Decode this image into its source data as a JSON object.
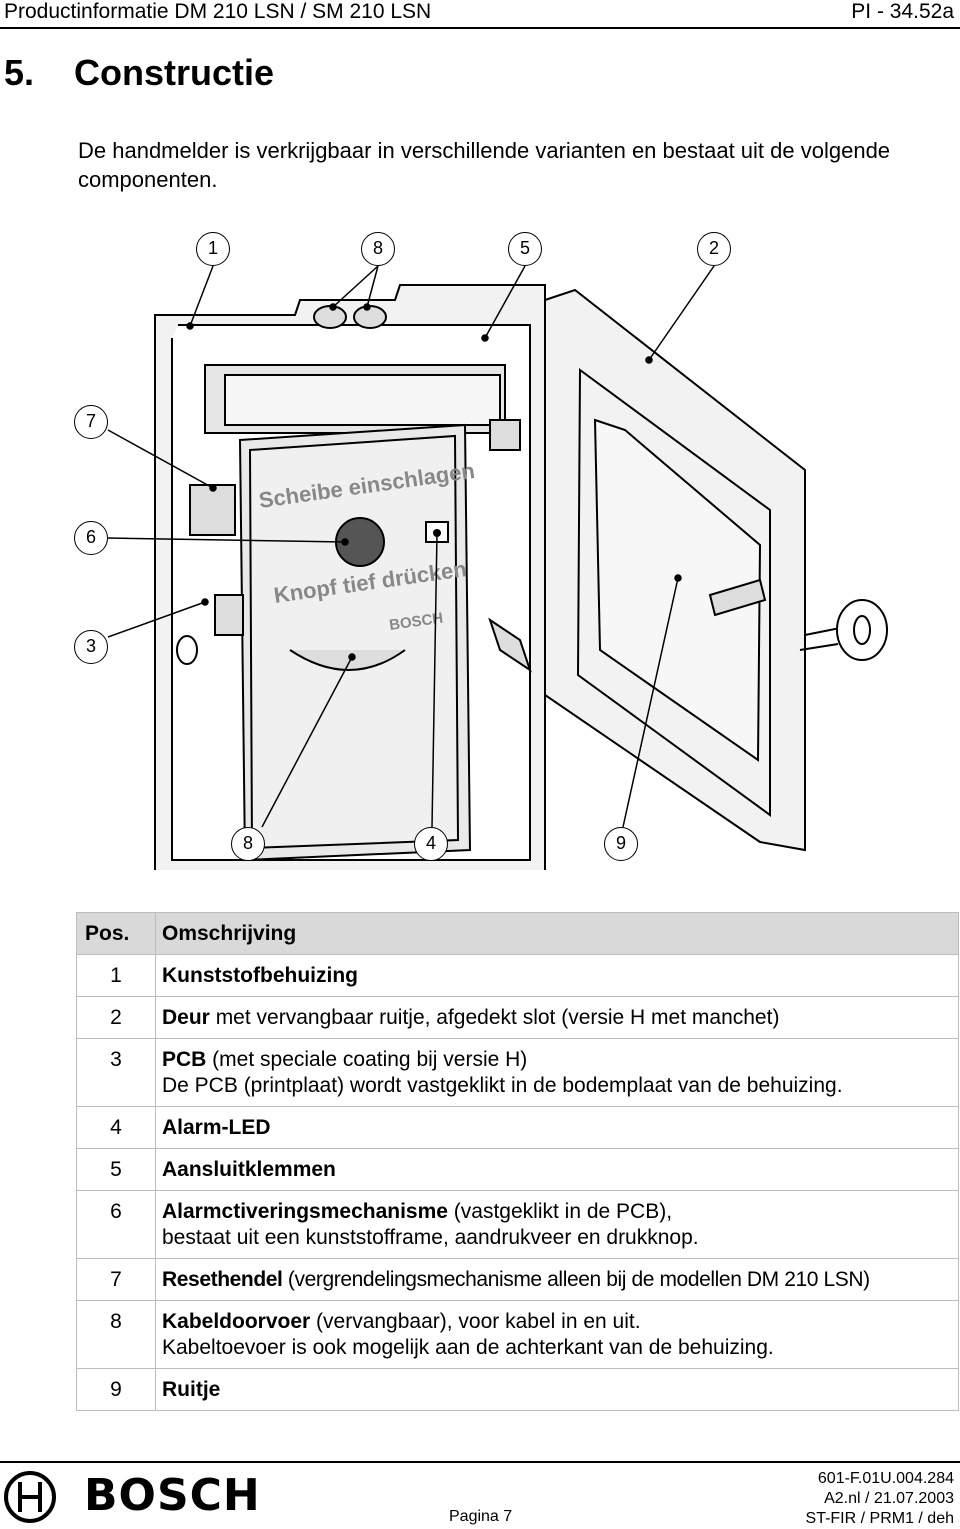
{
  "header": {
    "left": "Productinformatie DM 210 LSN / SM 210 LSN",
    "right": "PI - 34.52a"
  },
  "section": {
    "number": "5.",
    "title": "Constructie"
  },
  "intro": "De handmelder is verkrijgbaar in verschillende varianten en bestaat uit de volgende componenten.",
  "figure": {
    "callouts": [
      "1",
      "8",
      "5",
      "2",
      "7",
      "6",
      "3",
      "8",
      "4",
      "9"
    ],
    "label_1": "Scheibe einschlagen",
    "label_2": "Knopf tief drücken",
    "label_3": "BOSCH"
  },
  "table": {
    "header": {
      "pos": "Pos.",
      "desc": "Omschrijving"
    },
    "rows": [
      {
        "pos": "1",
        "bold": "Kunststofbehuizing",
        "rest": "",
        "line2": ""
      },
      {
        "pos": "2",
        "bold": "Deur",
        "rest": " met vervangbaar ruitje, afgedekt slot (versie H met manchet)",
        "line2": ""
      },
      {
        "pos": "3",
        "bold": "PCB",
        "rest": " (met speciale coating bij versie H)",
        "line2": "De PCB (printplaat) wordt vastgeklikt in de bodemplaat van de behuizing."
      },
      {
        "pos": "4",
        "bold": "Alarm-LED",
        "rest": "",
        "line2": ""
      },
      {
        "pos": "5",
        "bold": "Aansluitklemmen",
        "rest": "",
        "line2": ""
      },
      {
        "pos": "6",
        "bold": "Alarmctiveringsmechanisme",
        "rest": " (vastgeklikt in de PCB),",
        "line2": "bestaat uit een kunststofframe, aandrukveer en drukknop."
      },
      {
        "pos": "7",
        "bold": "Resethendel",
        "rest": " (vergrendelingsmechanisme alleen bij de modellen DM 210 LSN)",
        "line2": ""
      },
      {
        "pos": "8",
        "bold": "Kabeldoorvoer",
        "rest": " (vervangbaar), voor kabel in en uit.",
        "line2": "Kabeltoevoer is ook mogelijk aan de achterkant van de behuizing."
      },
      {
        "pos": "9",
        "bold": "Ruitje",
        "rest": "",
        "line2": ""
      }
    ]
  },
  "footer": {
    "brand": "BOSCH",
    "page": "Pagina 7",
    "ref_1": "601-F.01U.004.284",
    "ref_2": "A2.nl / 21.07.2003",
    "ref_3": "ST-FIR / PRM1 / deh"
  }
}
